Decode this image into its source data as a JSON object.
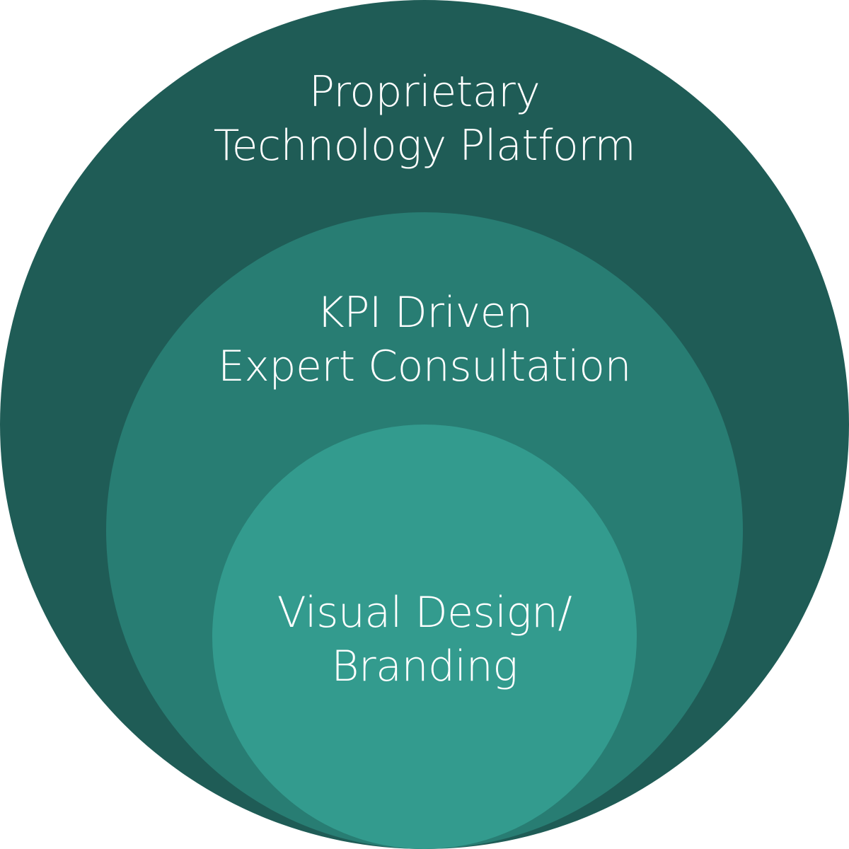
{
  "colors": {
    "outer": "#1f5c56",
    "middle": "#287d73",
    "inner": "#339b8e",
    "text": "#ffffff"
  },
  "rings": [
    {
      "lines": [
        "Proprietary",
        "Technology Platform"
      ]
    },
    {
      "lines": [
        "KPI Driven",
        "Expert Consultation"
      ]
    },
    {
      "lines": [
        "Visual Design/",
        "Branding"
      ]
    }
  ]
}
